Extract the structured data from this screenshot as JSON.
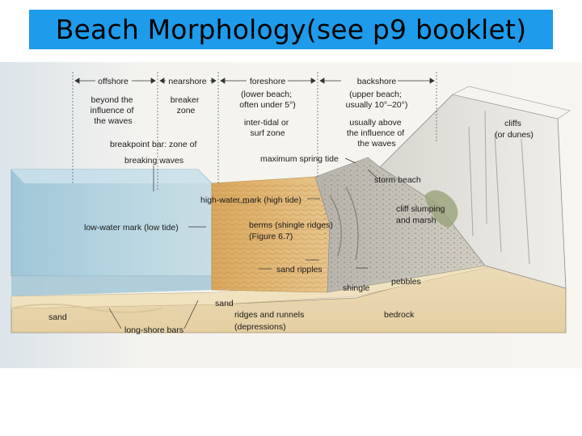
{
  "slide": {
    "title": "Beach Morphology(see p9 booklet)"
  },
  "diagram": {
    "zones": {
      "offshore": "offshore",
      "nearshore": "nearshore",
      "foreshore": "foreshore",
      "backshore": "backshore"
    },
    "zone_notes": {
      "offshore": [
        "beyond the",
        "influence of",
        "the waves"
      ],
      "nearshore": [
        "breaker",
        "zone"
      ],
      "foreshore_1": [
        "(lower beach;",
        "often under 5°)"
      ],
      "foreshore_2": [
        "inter-tidal or",
        "surf zone"
      ],
      "backshore_1": [
        "(upper beach;",
        "usually 10°–20°)"
      ],
      "backshore_2": [
        "usually above",
        "the influence of",
        "the waves"
      ]
    },
    "labels": {
      "breakpoint": [
        "breakpoint bar: zone of",
        "breaking waves"
      ],
      "max_spring_tide": "maximum spring tide",
      "cliffs": [
        "cliffs",
        "(or dunes)"
      ],
      "storm_beach": "storm beach",
      "cliff_slumping": [
        "cliff slumping",
        "and marsh"
      ],
      "high_water": "high-water mark (high tide)",
      "low_water": "low-water mark (low tide)",
      "berms": [
        "berms (shingle ridges)",
        "(Figure 6.7)"
      ],
      "sand_ripples": "sand ripples",
      "pebbles": "pebbles",
      "shingle": "shingle",
      "sand_center": "sand",
      "sand_left": "sand",
      "ridges_runnels": [
        "ridges and runnels",
        "(depressions)"
      ],
      "bedrock": "bedrock",
      "longshore_bars": "long-shore bars"
    }
  }
}
